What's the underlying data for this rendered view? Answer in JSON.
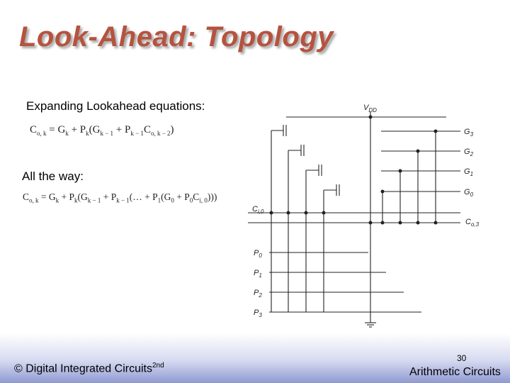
{
  "slide": {
    "title": "Look-Ahead: Topology",
    "subtitle1": "Expanding Lookahead equations:",
    "subtitle2": "All the way:",
    "equation1": {
      "co": "C",
      "co_sub": "o, k",
      "eq": " = ",
      "g": "G",
      "g_sub": "k",
      "plus1": " + ",
      "p": "P",
      "p_sub": "k",
      "open": "(G",
      "g2_sub": "k − 1",
      "plus2": " + P",
      "p2_sub": "k − 1",
      "c2": "C",
      "c2_sub": "o, k − 2",
      "close": ")"
    },
    "equation2": {
      "co": "C",
      "co_sub": "o, k",
      "eq": " = G",
      "g_sub": "k",
      "plus1": " + P",
      "p_sub": "k",
      "open": "(G",
      "g2_sub": "k − 1",
      "plus2": " + P",
      "p2_sub": "k − 1",
      "mid": "(… + P",
      "p1_sub": "1",
      "open2": "(G",
      "g0_sub": "0",
      "plus3": " + P",
      "p0_sub": "0",
      "ci": "C",
      "ci_sub": "i, 0",
      "close": ")))"
    }
  },
  "schematic": {
    "vdd": "V",
    "vdd_sub": "DD",
    "g_labels": [
      {
        "main": "G",
        "sub": "3"
      },
      {
        "main": "G",
        "sub": "2"
      },
      {
        "main": "G",
        "sub": "1"
      },
      {
        "main": "G",
        "sub": "0"
      }
    ],
    "ci_label": {
      "main": "C",
      "sub": "i,0"
    },
    "co_label": {
      "main": "C",
      "sub": "o,3"
    },
    "p_labels": [
      {
        "main": "P",
        "sub": "0"
      },
      {
        "main": "P",
        "sub": "1"
      },
      {
        "main": "P",
        "sub": "2"
      },
      {
        "main": "P",
        "sub": "3"
      }
    ]
  },
  "footer": {
    "copyright": "© Digital Integrated Circuits",
    "edition": "2nd",
    "page": "30",
    "section": "Arithmetic Circuits"
  },
  "colors": {
    "title": "#b5533f",
    "footer_gradient_end": "#8f99d2"
  }
}
